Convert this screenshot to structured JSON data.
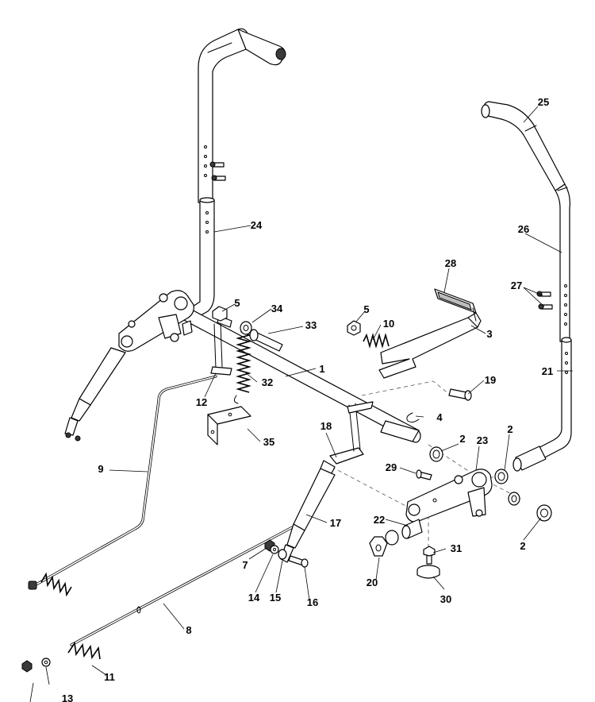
{
  "callouts": [
    {
      "label": "1"
    },
    {
      "label": "2"
    },
    {
      "label": "2"
    },
    {
      "label": "2"
    },
    {
      "label": "2"
    },
    {
      "label": "3"
    },
    {
      "label": "4"
    },
    {
      "label": "5"
    },
    {
      "label": "5"
    },
    {
      "label": "7"
    },
    {
      "label": "8"
    },
    {
      "label": "9"
    },
    {
      "label": "10"
    },
    {
      "label": "11"
    },
    {
      "label": "12"
    },
    {
      "label": "13"
    },
    {
      "label": "14"
    },
    {
      "label": "15"
    },
    {
      "label": "16"
    },
    {
      "label": "17"
    },
    {
      "label": "18"
    },
    {
      "label": "19"
    },
    {
      "label": "20"
    },
    {
      "label": "21"
    },
    {
      "label": "22"
    },
    {
      "label": "23"
    },
    {
      "label": "24"
    },
    {
      "label": "25"
    },
    {
      "label": "26"
    },
    {
      "label": "27"
    },
    {
      "label": "28"
    },
    {
      "label": "29"
    },
    {
      "label": "30"
    },
    {
      "label": "31"
    },
    {
      "label": "32"
    },
    {
      "label": "33"
    },
    {
      "label": "34"
    },
    {
      "label": "35"
    }
  ]
}
